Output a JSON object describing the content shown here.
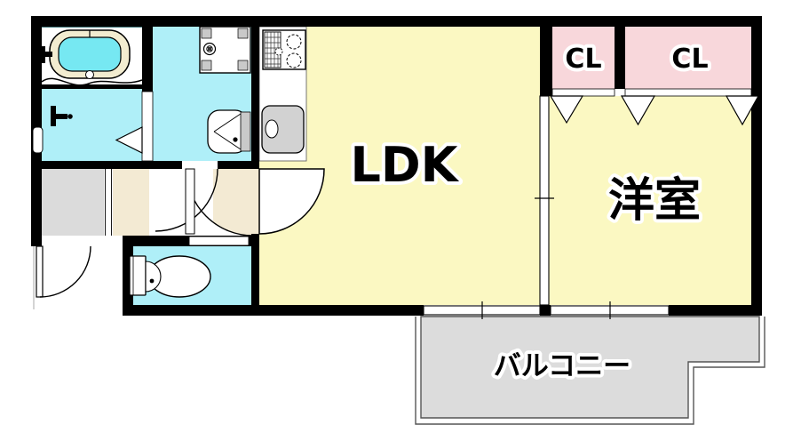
{
  "plan": {
    "type": "apartment-floor-plan",
    "rooms": {
      "ldk": {
        "label": "LDK"
      },
      "western_room": {
        "label": "洋室"
      },
      "closet1": {
        "label": "CL"
      },
      "closet2": {
        "label": "CL"
      },
      "balcony": {
        "label": "バルコニー"
      }
    }
  },
  "colors": {
    "wall_black": "#000000",
    "room_yellow": "#FBF8C2",
    "closet_pink": "#F8D7DB",
    "wet_area_cyan": "#AFEFF8",
    "tub_water": "#76E8F2",
    "tub_rim": "#F2ECD0",
    "hall_beige": "#F3EAD3",
    "entry_gray": "#DBDBDB",
    "balcony_gray": "#DCDCDC",
    "bath_window_teal": "#41787C",
    "sink_gray": "#D2D2D2",
    "fixture_gray": "#C9C9C9"
  },
  "icons": {
    "bathtub-icon": "rounded-rect-tub-with-water",
    "bath-faucet-icon": "wall-tap-black-rects",
    "washbasin-faucet-icon": "wall-tap-black-rects",
    "washer-pan-icon": "square-pan-corner-pads-drain",
    "washbasin-icon": "rounded-basin-with-counter",
    "stove-icon": "two-burner-gas-range-with-grill",
    "kitchen-sink-icon": "gray-basin-with-faucet",
    "toilet-icon": "tank-and-bowl",
    "folding-door-icon": "down-triangle",
    "door-swing-icon": "quarter-arc",
    "window-icon": "white-strip-with-tick"
  }
}
